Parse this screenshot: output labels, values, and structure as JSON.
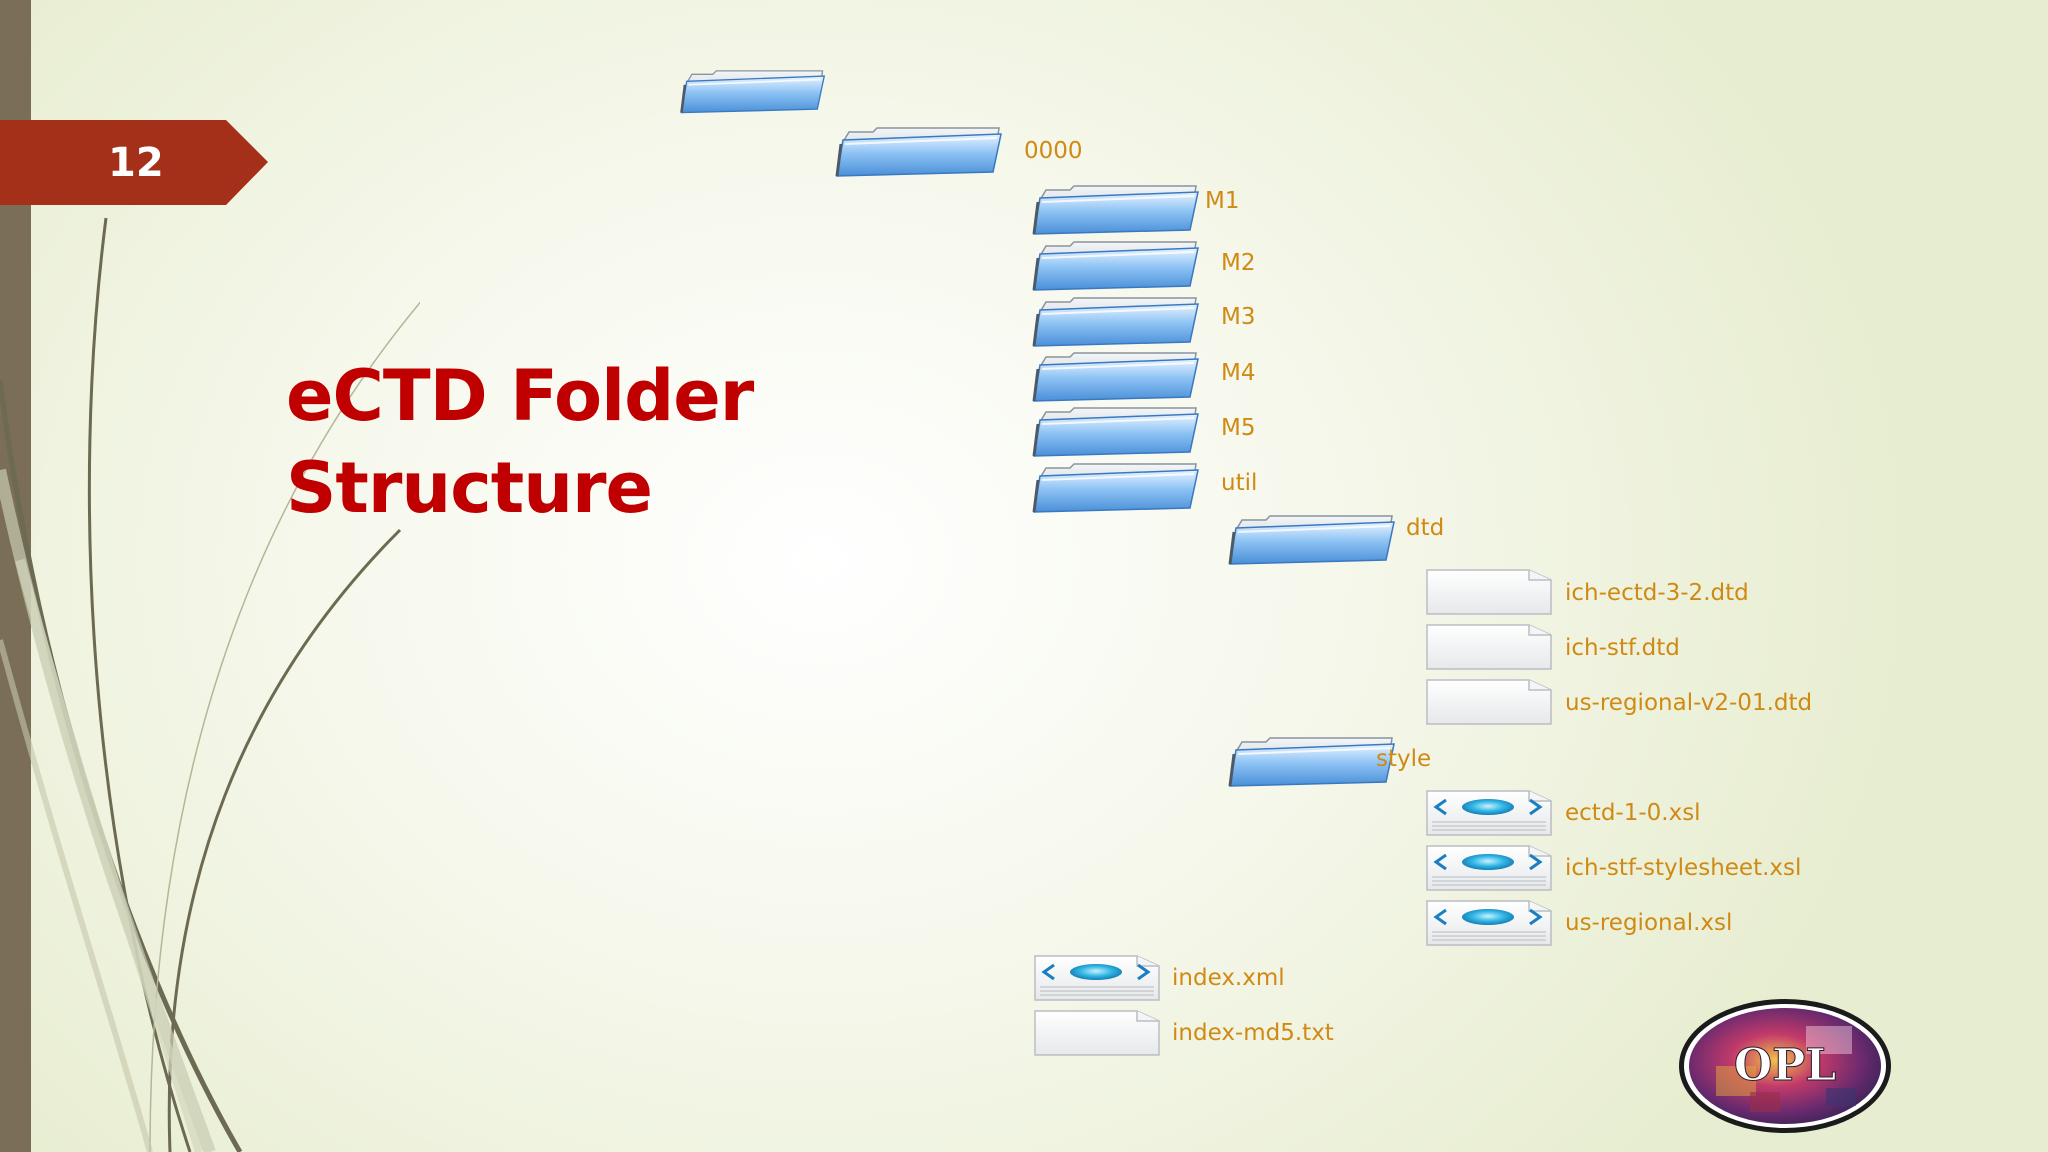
{
  "slide": {
    "number": "12",
    "title_line1": "eCTD Folder",
    "title_line2": "Structure"
  },
  "tree": {
    "root_folder": {
      "icon": "folder-icon",
      "label": ""
    },
    "sequence_folder": {
      "icon": "folder-icon",
      "label": "0000"
    },
    "modules": [
      {
        "icon": "folder-icon",
        "label": "M1"
      },
      {
        "icon": "folder-icon",
        "label": "M2"
      },
      {
        "icon": "folder-icon",
        "label": "M3"
      },
      {
        "icon": "folder-icon",
        "label": "M4"
      },
      {
        "icon": "folder-icon",
        "label": "M5"
      },
      {
        "icon": "folder-icon",
        "label": "util"
      }
    ],
    "dtd_folder": {
      "icon": "folder-icon",
      "label": "dtd"
    },
    "dtd_files": [
      {
        "icon": "blank-file-icon",
        "label": "ich-ectd-3-2.dtd"
      },
      {
        "icon": "blank-file-icon",
        "label": "ich-stf.dtd"
      },
      {
        "icon": "blank-file-icon",
        "label": "us-regional-v2-01.dtd"
      }
    ],
    "style_folder": {
      "icon": "folder-icon",
      "label": "style"
    },
    "style_files": [
      {
        "icon": "xml-file-icon",
        "label": "ectd-1-0.xsl"
      },
      {
        "icon": "xml-file-icon",
        "label": "ich-stf-stylesheet.xsl"
      },
      {
        "icon": "xml-file-icon",
        "label": "us-regional.xsl"
      }
    ],
    "root_files": [
      {
        "icon": "xml-file-icon",
        "label": "index.xml"
      },
      {
        "icon": "blank-file-icon",
        "label": "index-md5.txt"
      }
    ]
  },
  "logo": {
    "icon": "opl-logo-icon",
    "text": "OPL"
  },
  "colors": {
    "title": "#c00000",
    "badge": "#a5301a",
    "label": "#d08a14",
    "left_bar": "#7a6e56",
    "folder_blue": "#6aa8e8"
  }
}
